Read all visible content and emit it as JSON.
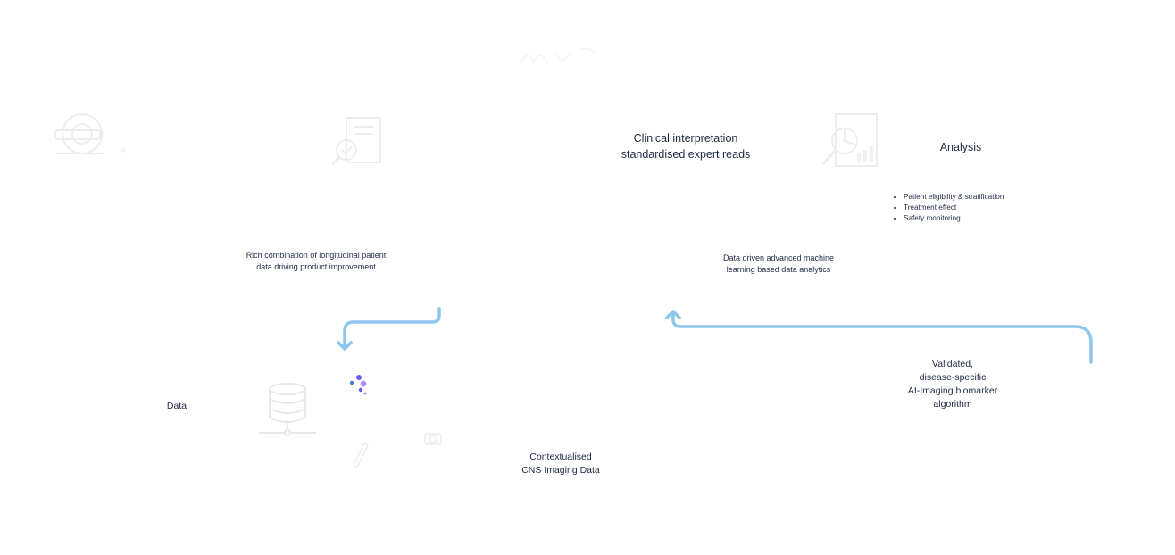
{
  "colors": {
    "arrow": "#8ec7ec",
    "text": "#1f2a44",
    "icon_stroke": "#c9ced6",
    "dots": [
      "#6a5cff",
      "#b388ff",
      "#4a7bd6"
    ]
  },
  "labels": {
    "clinical_line1": "Clinical interpretation",
    "clinical_line2": "standardised expert reads",
    "analysis": "Analysis",
    "rich_line1": "Rich combination of longitudinal patient",
    "rich_line2": "data driving product improvement",
    "ml_line1": "Data driven advanced machine",
    "ml_line2": "learning based data analytics",
    "data": "Data",
    "validated_line1": "Validated,",
    "validated_line2": "disease-specific",
    "validated_line3": "AI-Imaging biomarker",
    "validated_line4": "algorithm",
    "cns_line1": "Contextualised",
    "cns_line2": "CNS Imaging Data"
  },
  "analysis_bullets": [
    "Patient eligibility & stratification",
    "Treatment effect",
    "Safety monitoring"
  ],
  "icons": {
    "mri": "mri-scanner-icon",
    "report": "report-magnifier-icon",
    "chart_report": "analytics-report-icon",
    "database": "database-icon",
    "pen": "pen-icon",
    "camera": "camera-icon",
    "dots": "ai-dots-icon"
  }
}
